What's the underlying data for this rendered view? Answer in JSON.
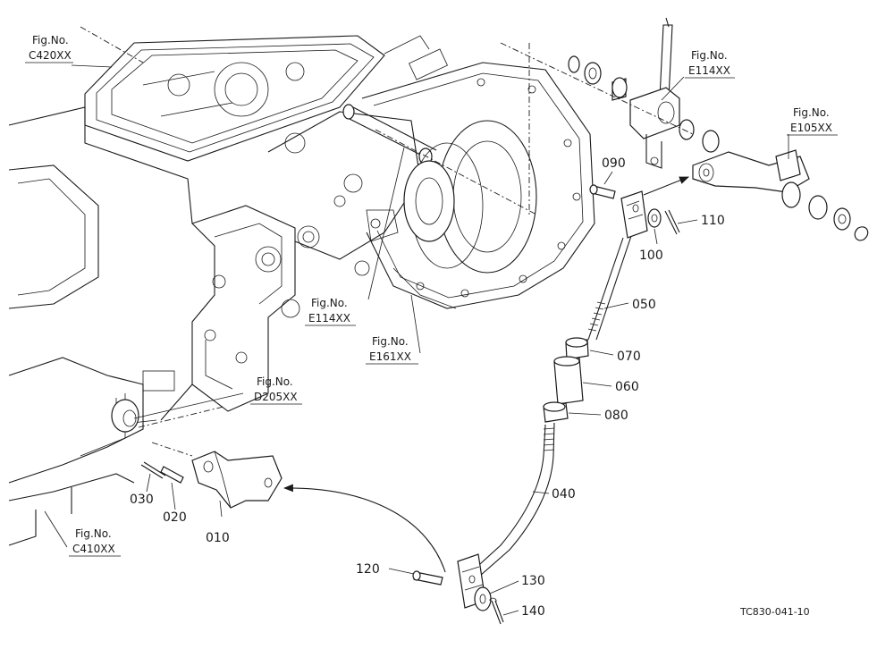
{
  "figure_refs": [
    {
      "line1": "Fig.No.",
      "line2": "C420XX"
    },
    {
      "line1": "Fig.No.",
      "line2": "E114XX"
    },
    {
      "line1": "Fig.No.",
      "line2": "E105XX"
    },
    {
      "line1": "Fig.No.",
      "line2": "E114XX"
    },
    {
      "line1": "Fig.No.",
      "line2": "E161XX"
    },
    {
      "line1": "Fig.No.",
      "line2": "D205XX"
    },
    {
      "line1": "Fig.No.",
      "line2": "C410XX"
    }
  ],
  "parts": [
    "010",
    "020",
    "030",
    "040",
    "050",
    "060",
    "070",
    "080",
    "090",
    "100",
    "110",
    "120",
    "130",
    "140"
  ],
  "drawing_code": "TC830-041-10",
  "colors": {
    "ink": "#1a1a1a",
    "paper": "#ffffff"
  }
}
